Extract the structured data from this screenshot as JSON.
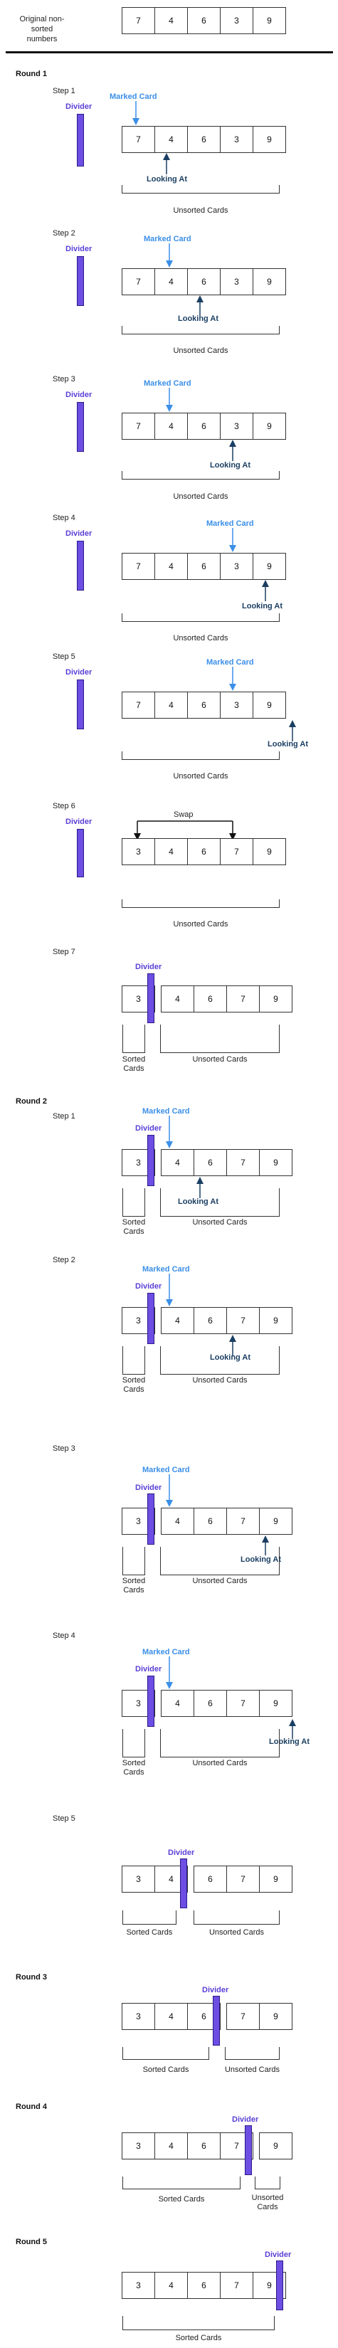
{
  "intro": {
    "label_line1": "Original non-sorted",
    "label_line2": "numbers",
    "cards": [
      "7",
      "4",
      "6",
      "3",
      "9"
    ]
  },
  "labels": {
    "marked_card": "Marked Card",
    "looking_at": "Looking At",
    "divider": "Divider",
    "unsorted_cards": "Unsorted Cards",
    "sorted_cards": "Sorted Cards",
    "sorted_line1": "Sorted",
    "sorted_line2": "Cards",
    "unsorted_line1": "Unsorted",
    "unsorted_line2": "Cards",
    "swap": "Swap"
  },
  "rounds": [
    {
      "title": "Round 1",
      "steps": [
        "Step 1",
        "Step 2",
        "Step 3",
        "Step 4",
        "Step 5",
        "Step 6",
        "Step 7"
      ]
    },
    {
      "title": "Round 2",
      "steps": [
        "Step 1",
        "Step 2",
        "Step 3",
        "Step 4",
        "Step 5"
      ]
    },
    {
      "title": "Round 3"
    },
    {
      "title": "Round 4"
    },
    {
      "title": "Round 5"
    }
  ],
  "card_rows": {
    "r1s1": [
      "7",
      "4",
      "6",
      "3",
      "9"
    ],
    "r1s2": [
      "7",
      "4",
      "6",
      "3",
      "9"
    ],
    "r1s3": [
      "7",
      "4",
      "6",
      "3",
      "9"
    ],
    "r1s4": [
      "7",
      "4",
      "6",
      "3",
      "9"
    ],
    "r1s5": [
      "7",
      "4",
      "6",
      "3",
      "9"
    ],
    "r1s6": [
      "3",
      "4",
      "6",
      "7",
      "9"
    ],
    "r1s7": [
      "3",
      "4",
      "6",
      "7",
      "9"
    ],
    "r2s1": [
      "3",
      "4",
      "6",
      "7",
      "9"
    ],
    "r2s2": [
      "3",
      "4",
      "6",
      "7",
      "9"
    ],
    "r2s3": [
      "3",
      "4",
      "6",
      "7",
      "9"
    ],
    "r2s4": [
      "3",
      "4",
      "6",
      "7",
      "9"
    ],
    "r2s5": [
      "3",
      "4",
      "6",
      "7",
      "9"
    ],
    "r3": [
      "3",
      "4",
      "6",
      "7",
      "9"
    ],
    "r4": [
      "3",
      "4",
      "6",
      "7",
      "9"
    ],
    "r5": [
      "3",
      "4",
      "6",
      "7",
      "9"
    ]
  },
  "colors": {
    "marked": "#3b8fe8",
    "looking": "#1b3f63",
    "divider": "#6d4ee3"
  }
}
